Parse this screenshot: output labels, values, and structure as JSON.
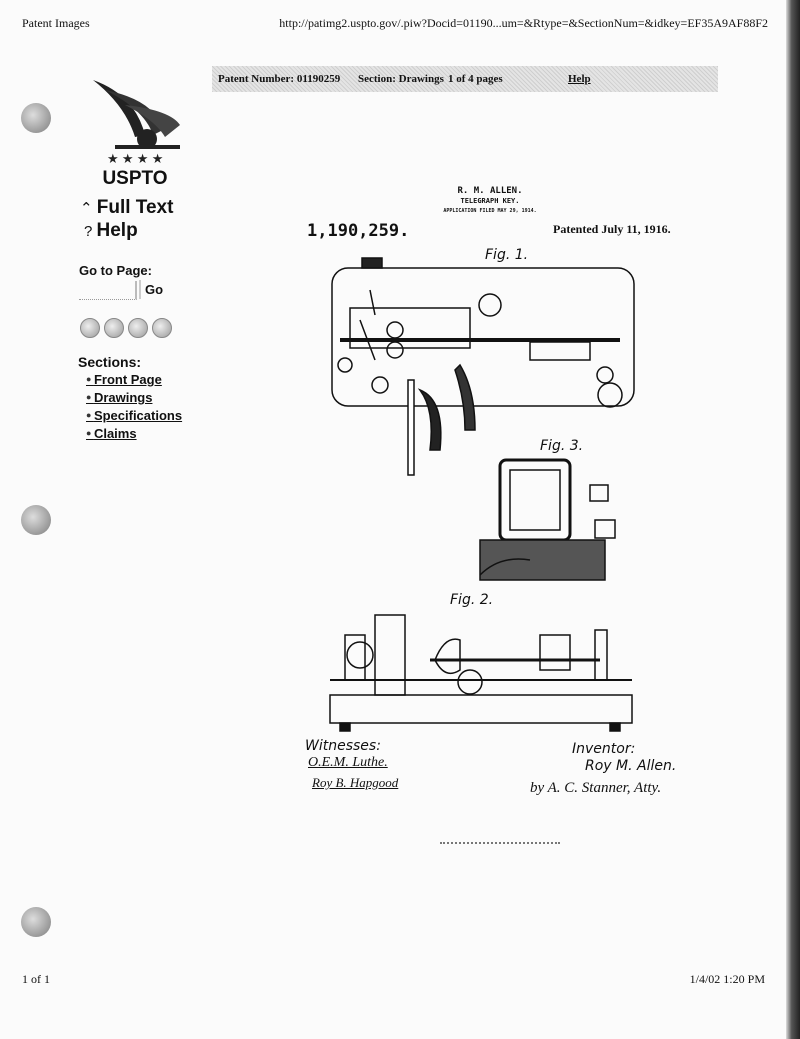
{
  "header": {
    "title": "Patent Images",
    "url": "http://patimg2.uspto.gov/.piw?Docid=01190...um=&Rtype=&SectionNum=&idkey=EF35A9AF88F2"
  },
  "toolbar": {
    "patent_number": "Patent Number: 01190259",
    "section": "Section: Drawings",
    "pages": "1 of 4 pages",
    "help": "Help"
  },
  "logo": {
    "text": "USPTO"
  },
  "sidebar": {
    "full_text": "Full Text",
    "help": "Help",
    "goto_label": "Go to Page:",
    "goto_value": "",
    "go_button": "Go",
    "sections_label": "Sections:",
    "sections": [
      {
        "label": "Front Page"
      },
      {
        "label": "Drawings"
      },
      {
        "label": "Specifications"
      },
      {
        "label": "Claims"
      }
    ]
  },
  "drawing": {
    "inventor_name": "R. M. ALLEN.",
    "title": "TELEGRAPH KEY.",
    "application": "APPLICATION FILED MAY 29, 1914.",
    "number": "1,190,259.",
    "patented": "Patented July 11, 1916.",
    "fig1": "Fig. 1.",
    "fig2": "Fig. 2.",
    "fig3": "Fig. 3.",
    "witnesses_label": "Witnesses:",
    "witness1": "O.E.M. Luthe.",
    "witness2": "Roy B. Hapgood",
    "inventor_label": "Inventor:",
    "inventor_sig": "Roy M. Allen.",
    "attorney": "by A. C. Stanner, Atty."
  },
  "footer": {
    "page": "1 of 1",
    "datetime": "1/4/02 1:20 PM"
  }
}
